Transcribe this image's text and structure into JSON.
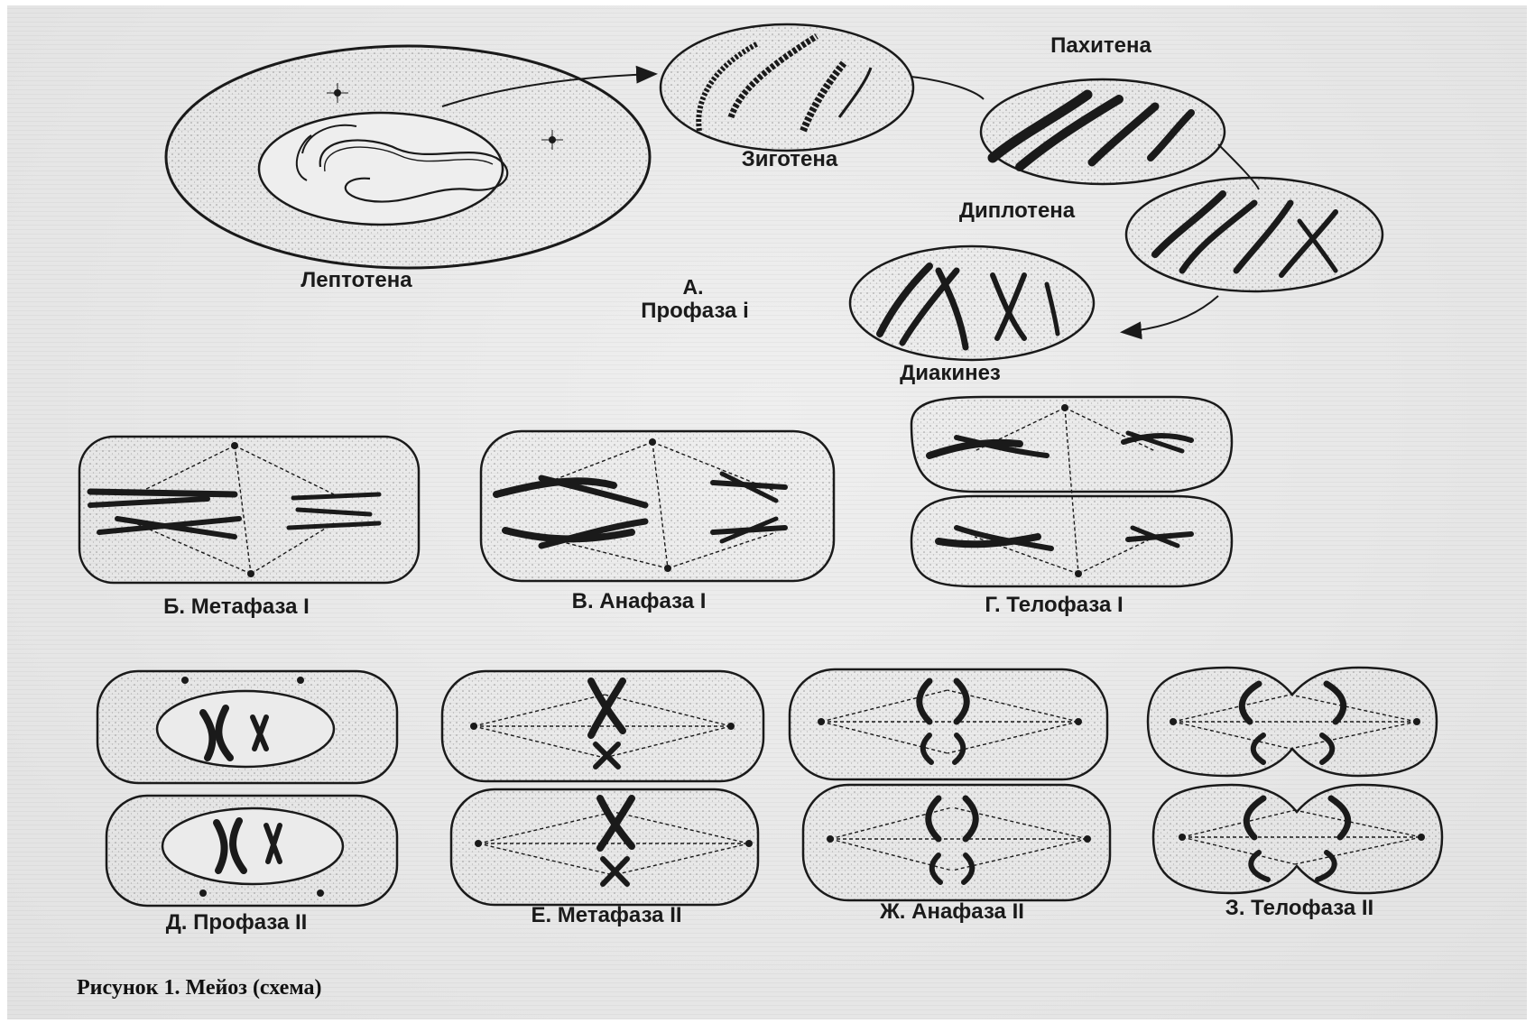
{
  "figure": {
    "caption": "Рисунок 1. Мейоз (схема)"
  },
  "prophase1": {
    "leptotene": "Лептотена",
    "zygotene": "Зиготена",
    "pachytene": "Пахитена",
    "diplotene": "Диплотена",
    "diakinesis": "Диакинез",
    "group_letter": "А.",
    "group_label": "Профаза i"
  },
  "meiosis1": {
    "metaphase": "Б. Метафаза I",
    "anaphase": "В. Анафаза I",
    "telophase": "Г. Телофаза I"
  },
  "meiosis2": {
    "prophase": "Д. Профаза II",
    "metaphase": "Е. Метафаза II",
    "anaphase": "Ж. Анафаза II",
    "telophase": "З. Телофаза II"
  },
  "colors": {
    "paper": "#ebebeb",
    "ink": "#1a1a1a"
  }
}
